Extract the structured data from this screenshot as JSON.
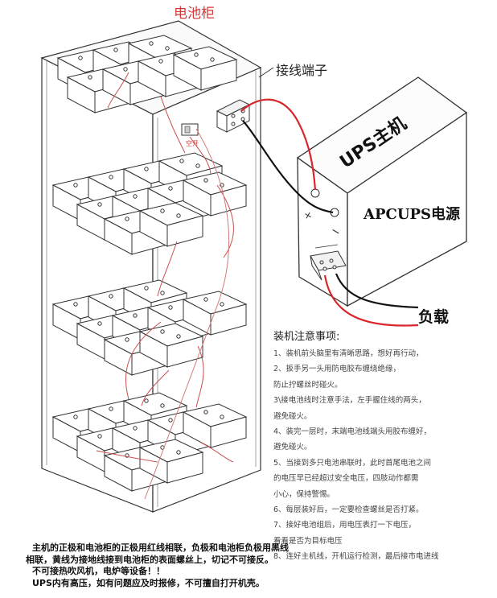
{
  "labels": {
    "battery_cabinet": "电池柜",
    "terminal_block": "接线端子",
    "ups_host": "UPS主机",
    "ups_model": "APCUPS电源",
    "load": "负载",
    "fuse": "空开"
  },
  "notes": {
    "title": "装机注意事项:",
    "items": [
      "1、装机前头脑里有清晰思路，想好再行动，",
      "2、扳手另一头用防电胶布缠绕绝缘，",
      "防止拧螺丝时碰火。",
      "3\\接电池线时注意手法，左手握住线的两头，",
      "避免碰火。",
      "4、装完一层时，末端电池线端头用胶布缠好，",
      "避免碰火。",
      "5、当接到多只电池串联时，此时首尾电池之间",
      "的电压早已经超过安全电压，四肢动作都需",
      "小心，保持警惕。",
      "6、每层装好后，一定要检查螺丝是否打紧。",
      "7、接好电池组后，用电压表打一下电压，",
      "看看是否为目标电压",
      "8、连好主机线，开机运行检测，最后接市电进线"
    ]
  },
  "warnings": [
    "主机的正极和电池柜的正极用红线相联，负极和电池柜负极用黑线",
    "相联，黄线为接地线接到电池柜的表面螺丝上，切记不可接反。",
    "不可接热吹风机，电炉等设备！！",
    "UPS内有高压，如有问题应及时报修，不可擅自打开机壳。"
  ],
  "colors": {
    "red_label": "#d43a3a",
    "positive_wire": "#d9262b",
    "negative_wire": "#111111",
    "ground_wire": "#d47a7a",
    "outline": "#333333"
  }
}
